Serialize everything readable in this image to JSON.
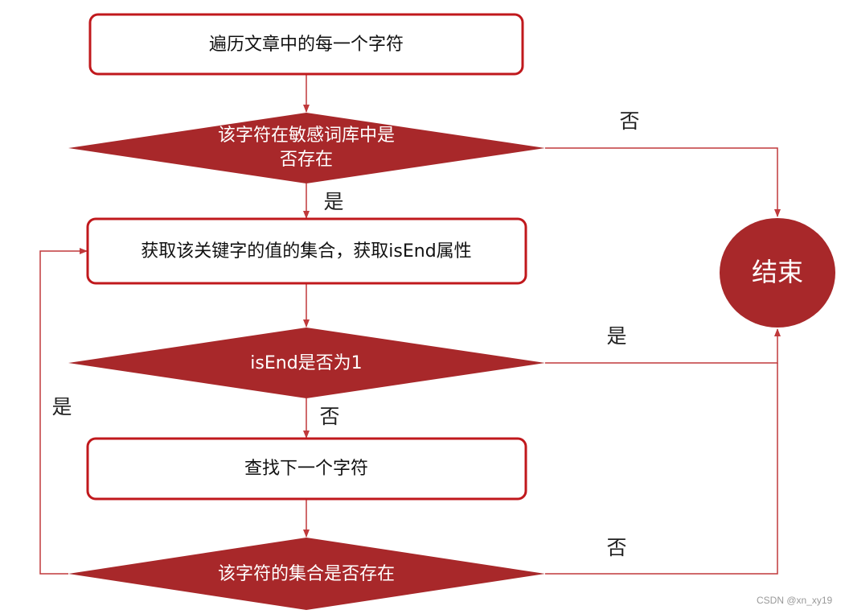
{
  "nodes": {
    "start_box": "遍历文章中的每一个字符",
    "decision1_line1": "该字符在敏感词库中是",
    "decision1_line2": "否存在",
    "get_box": "获取该关键字的值的集合，获取isEnd属性",
    "decision2": "isEnd是否为1",
    "next_box": "查找下一个字符",
    "decision3": "该字符的集合是否存在",
    "end": "结束"
  },
  "edges": {
    "d1_no": "否",
    "d1_yes": "是",
    "d2_yes": "是",
    "d2_no": "否",
    "d3_yes": "是",
    "d3_no": "否"
  },
  "watermark": "CSDN @xn_xy19",
  "colors": {
    "accent": "#a8282a",
    "border": "#c0181c"
  }
}
